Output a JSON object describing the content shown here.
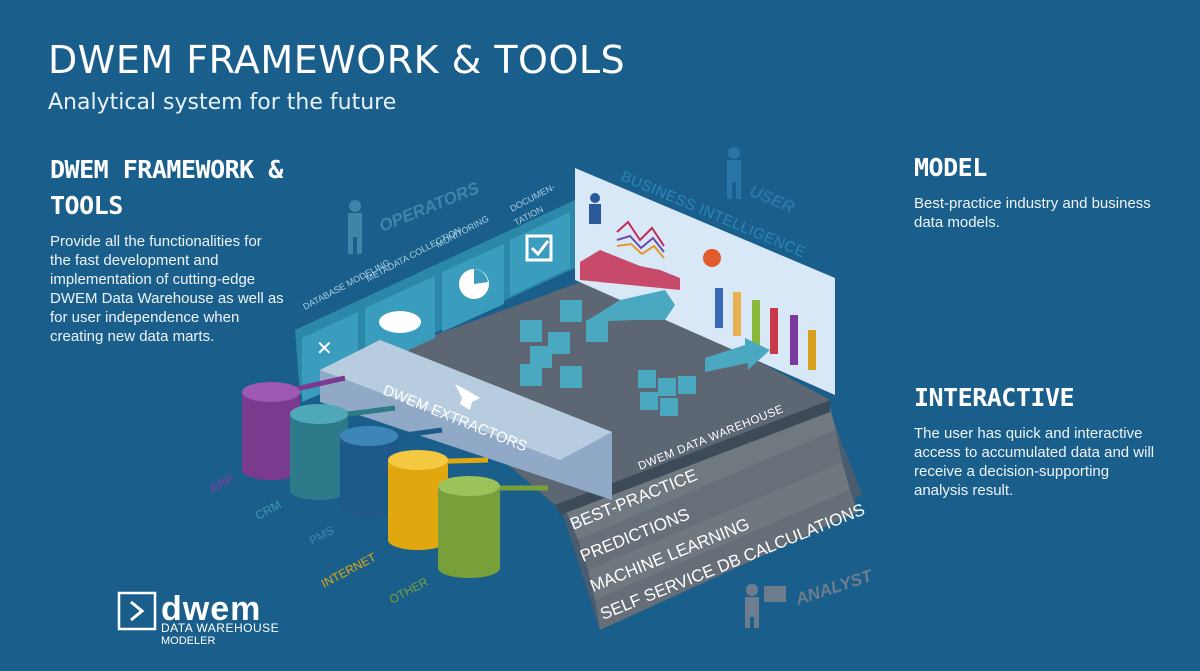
{
  "header": {
    "title": "DWEM FRAMEWORK & TOOLS",
    "subtitle": "Analytical system for the future"
  },
  "left_panel": {
    "heading_line1": "DWEM FRAMEWORK &",
    "heading_line2": "TOOLS",
    "text": "Provide all the functionalities for the fast development and implementation of cutting-edge DWEM Data Warehouse as well as for user independence when creating new data marts."
  },
  "model_panel": {
    "heading": "MODEL",
    "text": "Best-practice industry and business data models."
  },
  "interactive_panel": {
    "heading": "INTERACTIVE",
    "text": "The user has quick and interactive access to accumulated data and will receive a decision-supporting analysis result."
  },
  "diagram": {
    "operators_label": "OPERATORS",
    "tool_labels": [
      "DATABASE MODELING",
      "METADATA COLLECTION",
      "MONITORING",
      "DOCUMEN-",
      "TATION"
    ],
    "bi_label": "BUSINESS INTELLIGENCE",
    "user_label": "USER",
    "extractors_label": "DWEM EXTRACTORS",
    "warehouse_label": "DWEM DATA WAREHOUSE",
    "sources": [
      {
        "label": "ERP",
        "color": "#7a3a8e",
        "top": "#9f58b4"
      },
      {
        "label": "CRM",
        "color": "#2d7a8a",
        "top": "#4fa8b8"
      },
      {
        "label": "PMS",
        "color": "#1d5a8a",
        "top": "#3f86b8"
      },
      {
        "label": "INTERNET",
        "color": "#e0a80e",
        "top": "#f5c842"
      },
      {
        "label": "OTHER",
        "color": "#78a03a",
        "top": "#9cc25a"
      }
    ],
    "steps": [
      "BEST-PRACTICE",
      "PREDICTIONS",
      "MACHINE LEARNING",
      "SELF SERVICE DB CALCULATIONS"
    ],
    "analyst_label": "ANALYST"
  },
  "logo": {
    "wordmark": "dwem",
    "line1": "DATA WAREHOUSE",
    "line2": "MODELER"
  }
}
